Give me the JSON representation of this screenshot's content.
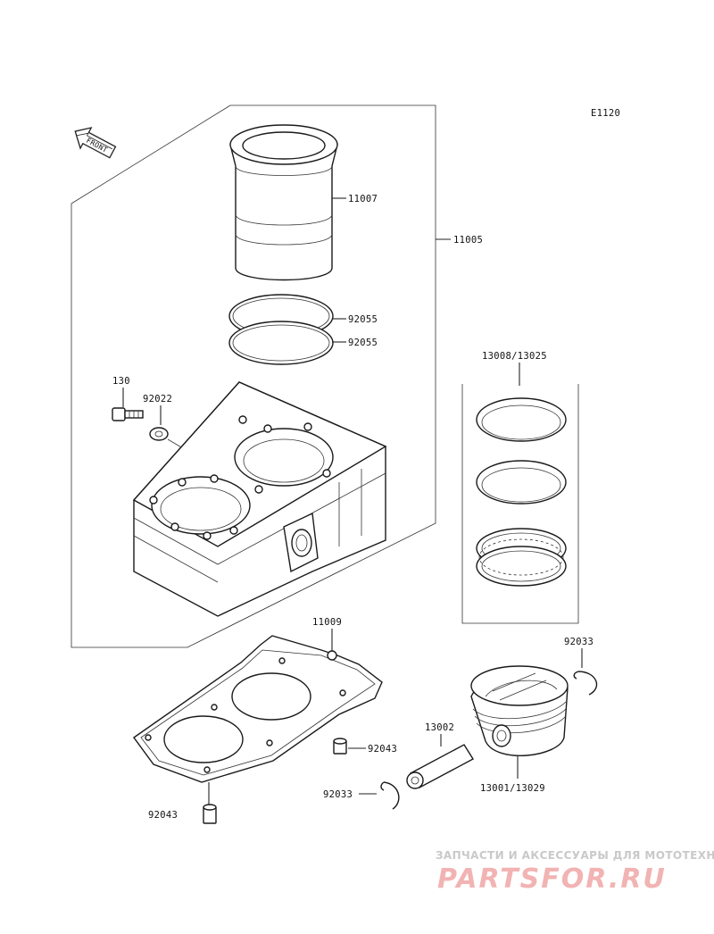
{
  "diagram_code": "E1120",
  "front_label": "FRONT",
  "labels": {
    "p11007": "11007",
    "p11005": "11005",
    "p92055_a": "92055",
    "p92055_b": "92055",
    "p13008": "13008/13025",
    "p130": "130",
    "p92022": "92022",
    "p11009": "11009",
    "p92033_a": "92033",
    "p92043_a": "92043",
    "p13002": "13002",
    "p92033_b": "92033",
    "p13001": "13001/13029",
    "p92043_b": "92043"
  },
  "watermark": {
    "tagline": "ЗАПЧАСТИ И АКСЕССУАРЫ ДЛЯ МОТОТЕХНИКИ",
    "brand": "PARTSFOR.RU"
  }
}
